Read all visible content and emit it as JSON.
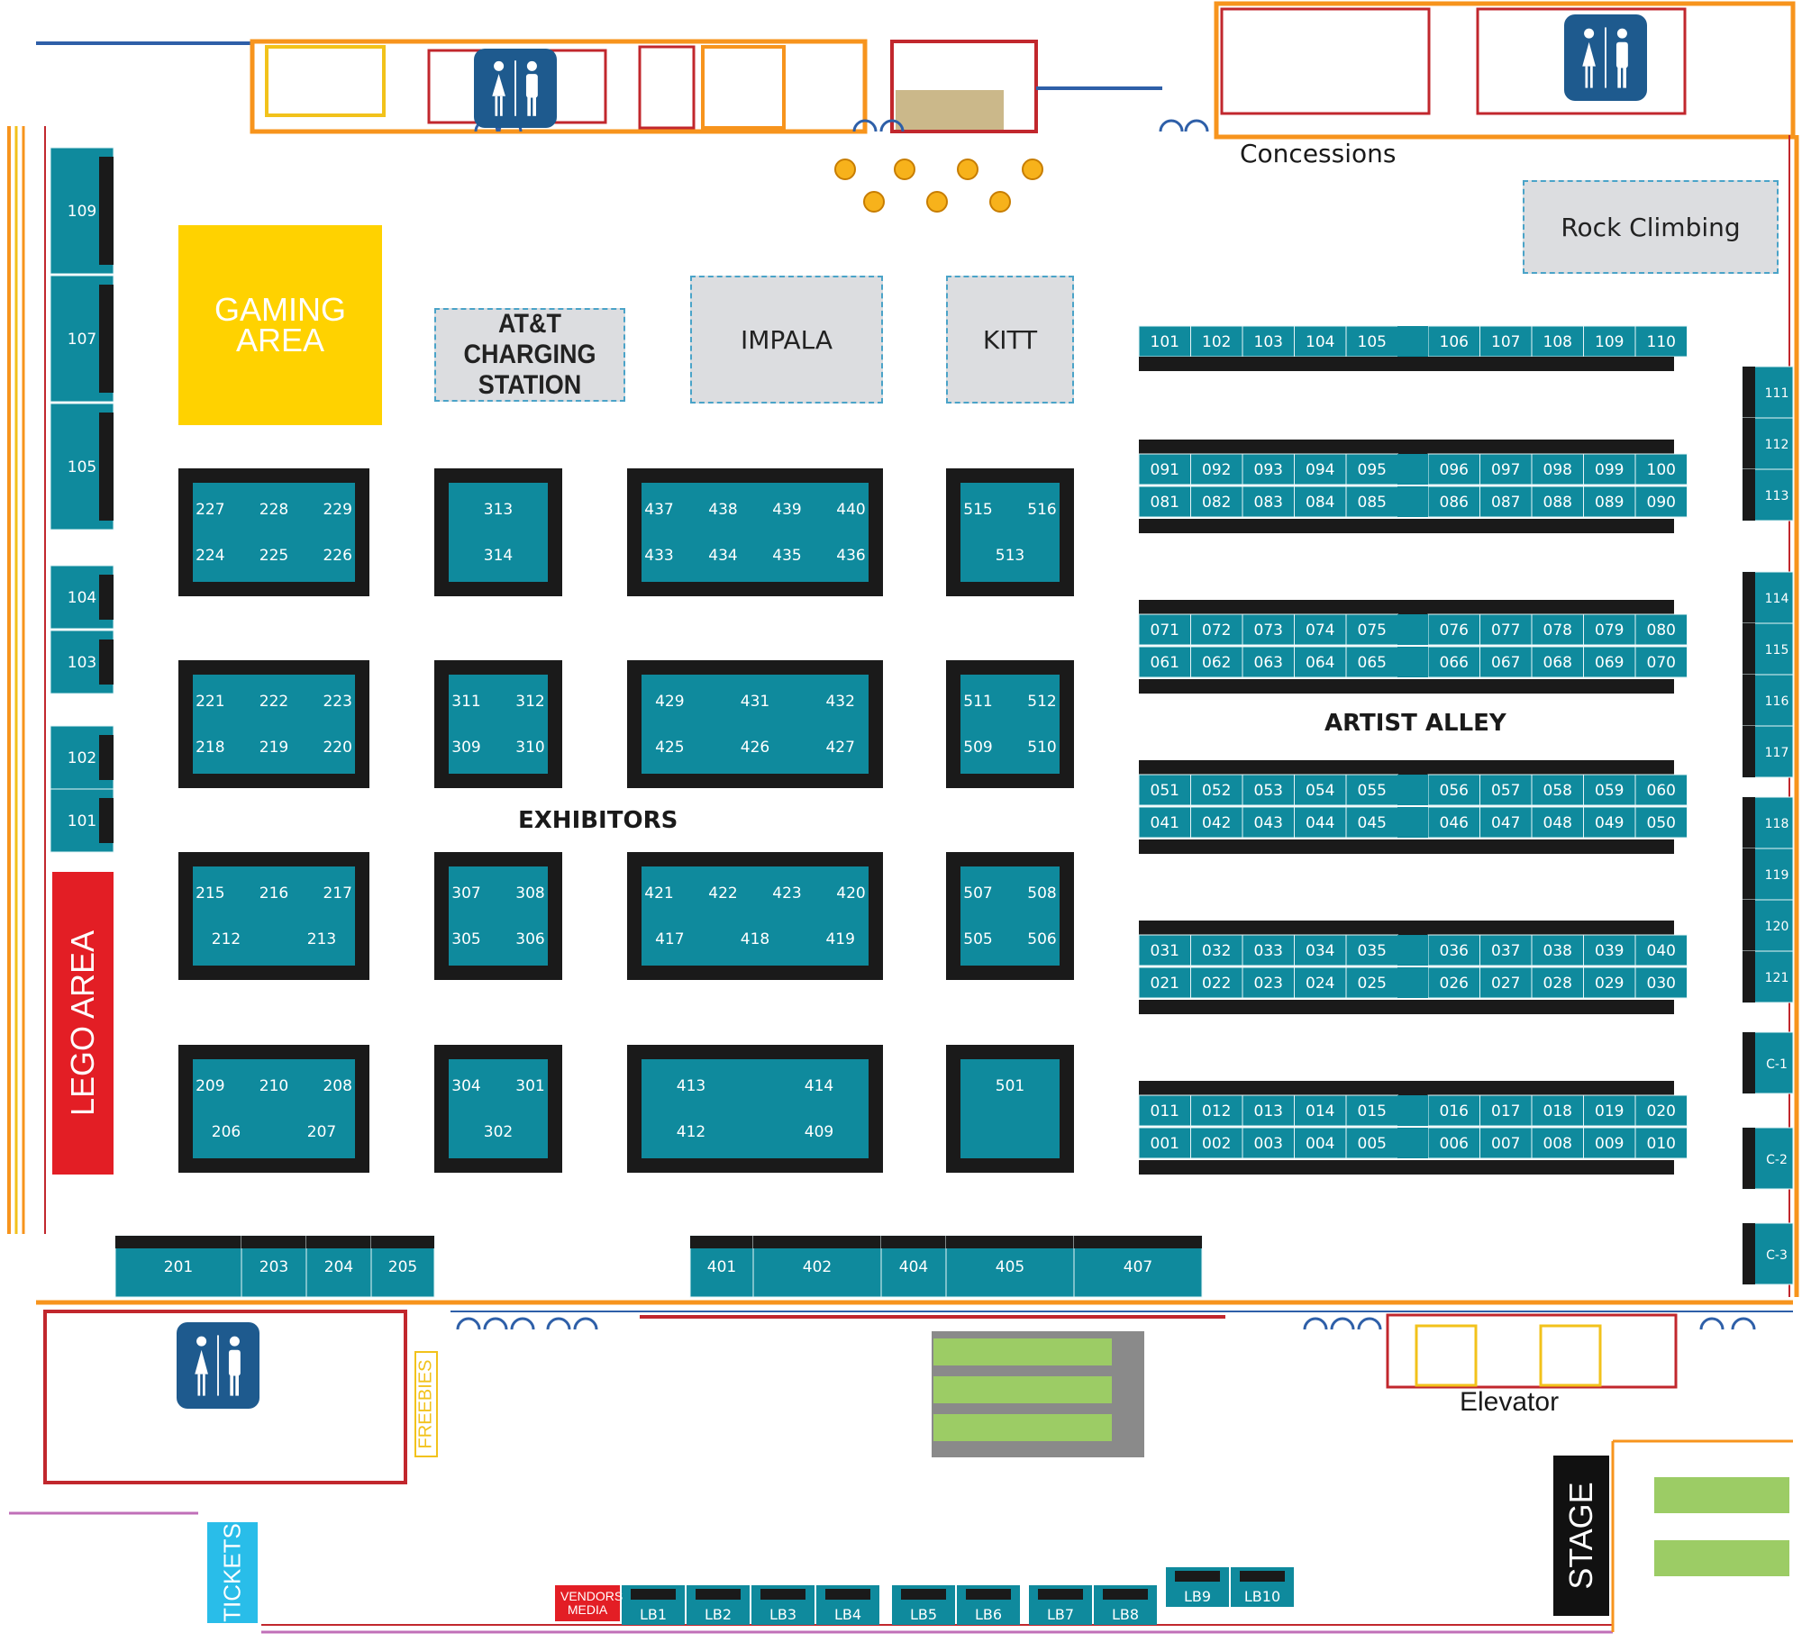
{
  "colors": {
    "booth_teal": "#0f8a9d",
    "table_black": "#1a1a1a",
    "gaming_yellow": "#ffd200",
    "lego_red": "#e31e25",
    "restroom_blue": "#1e5a8e",
    "wall_orange": "#f7941d",
    "wall_red": "#c1272d",
    "wall_yellow": "#f2c21b",
    "gray_area": "#dcdde0",
    "tickets_cyan": "#29bde9",
    "stage_black": "#111111",
    "vendors_red": "#e31e25"
  },
  "icons": {
    "restroom": "restroom-icon",
    "elevator": "elevator-icon",
    "escalator": "escalator-icon",
    "door": "door-icon"
  },
  "areas": {
    "gaming": "GAMING AREA",
    "charging": "AT&T CHARGING STATION",
    "impala": "IMPALA",
    "kitt": "KITT",
    "rock_climbing": "Rock Climbing",
    "concessions": "Concessions",
    "lego": "LEGO AREA",
    "exhibitors": "EXHIBITORS",
    "artist_alley": "ARTIST ALLEY",
    "elevator": "Elevator",
    "stage": "STAGE",
    "tickets": "TICKETS",
    "freebies": "FREEBIES",
    "vendors_media": "VENDORS MEDIA"
  },
  "left_wall_booths": [
    "109",
    "107",
    "105",
    "104",
    "103",
    "102",
    "101"
  ],
  "right_wall_booths": [
    "111",
    "112",
    "113",
    "114",
    "115",
    "116",
    "117",
    "118",
    "119",
    "120",
    "121",
    "C-1",
    "C-2",
    "C-3"
  ],
  "artist_alley_rows": [
    {
      "row": [
        "101",
        "102",
        "103",
        "104",
        "105",
        "106",
        "107",
        "108",
        "109",
        "110"
      ]
    },
    {
      "row": [
        "091",
        "092",
        "093",
        "094",
        "095",
        "096",
        "097",
        "098",
        "099",
        "100"
      ]
    },
    {
      "row": [
        "081",
        "082",
        "083",
        "084",
        "085",
        "086",
        "087",
        "088",
        "089",
        "090"
      ]
    },
    {
      "row": [
        "071",
        "072",
        "073",
        "074",
        "075",
        "076",
        "077",
        "078",
        "079",
        "080"
      ]
    },
    {
      "row": [
        "061",
        "062",
        "063",
        "064",
        "065",
        "066",
        "067",
        "068",
        "069",
        "070"
      ]
    },
    {
      "row": [
        "051",
        "052",
        "053",
        "054",
        "055",
        "056",
        "057",
        "058",
        "059",
        "060"
      ]
    },
    {
      "row": [
        "041",
        "042",
        "043",
        "044",
        "045",
        "046",
        "047",
        "048",
        "049",
        "050"
      ]
    },
    {
      "row": [
        "031",
        "032",
        "033",
        "034",
        "035",
        "036",
        "037",
        "038",
        "039",
        "040"
      ]
    },
    {
      "row": [
        "021",
        "022",
        "023",
        "024",
        "025",
        "026",
        "027",
        "028",
        "029",
        "030"
      ]
    },
    {
      "row": [
        "011",
        "012",
        "013",
        "014",
        "015",
        "016",
        "017",
        "018",
        "019",
        "020"
      ]
    },
    {
      "row": [
        "001",
        "002",
        "003",
        "004",
        "005",
        "006",
        "007",
        "008",
        "009",
        "010"
      ]
    }
  ],
  "exhibitor_blocks": [
    [
      "227",
      "228",
      "229",
      "224",
      "225",
      "226"
    ],
    [
      "313",
      "314"
    ],
    [
      "437",
      "438",
      "439",
      "440",
      "433",
      "434",
      "435",
      "436"
    ],
    [
      "515",
      "516",
      "513"
    ],
    [
      "221",
      "222",
      "223",
      "218",
      "219",
      "220"
    ],
    [
      "311",
      "312",
      "309",
      "310"
    ],
    [
      "429",
      "431",
      "432",
      "425",
      "426",
      "427"
    ],
    [
      "511",
      "512",
      "509",
      "510"
    ],
    [
      "215",
      "216",
      "217",
      "212",
      "213"
    ],
    [
      "307",
      "308",
      "305",
      "306"
    ],
    [
      "421",
      "422",
      "423",
      "420",
      "417",
      "418",
      "419"
    ],
    [
      "507",
      "508",
      "505",
      "506"
    ],
    [
      "209",
      "210",
      "208",
      "206",
      "207"
    ],
    [
      "304",
      "301",
      "302"
    ],
    [
      "413",
      "414",
      "412",
      "409"
    ],
    [
      "501"
    ]
  ],
  "bottom_booths": [
    "201",
    "203",
    "204",
    "205",
    "401",
    "402",
    "404",
    "405",
    "407"
  ],
  "lobby_booths": [
    "LB1",
    "LB2",
    "LB3",
    "LB4",
    "LB5",
    "LB6",
    "LB7",
    "LB8",
    "LB9",
    "LB10"
  ]
}
